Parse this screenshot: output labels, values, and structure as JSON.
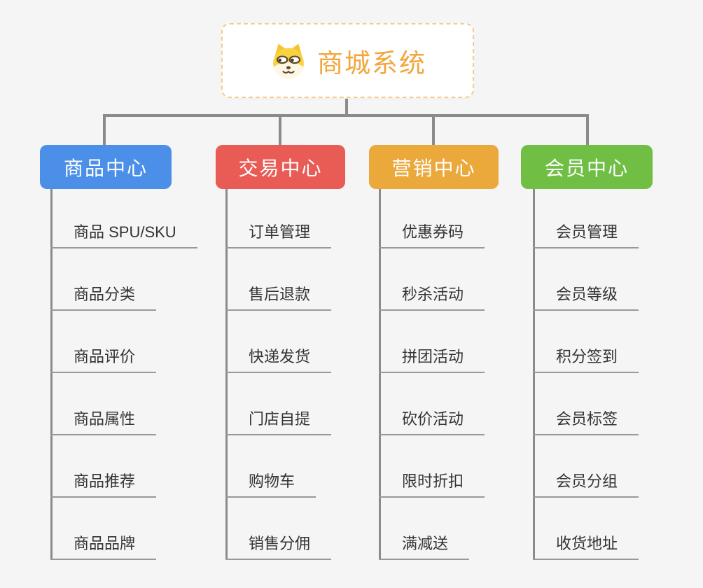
{
  "background": "#F5F5F6",
  "connectors": {
    "tree_color": "#8B8B8B",
    "item_line_color": "#999999"
  },
  "root": {
    "title": "商城系统",
    "icon": "shiba-dog-icon",
    "title_color": "#F2A63E",
    "border_color": "#F5CE8F"
  },
  "branches": [
    {
      "label": "商品中心",
      "color": "#4C8FE8",
      "items": [
        "商品 SPU/SKU",
        "商品分类",
        "商品评价",
        "商品属性",
        "商品推荐",
        "商品品牌"
      ]
    },
    {
      "label": "交易中心",
      "color": "#E95B55",
      "items": [
        "订单管理",
        "售后退款",
        "快递发货",
        "门店自提",
        "购物车",
        "销售分佣"
      ]
    },
    {
      "label": "营销中心",
      "color": "#EBA93C",
      "items": [
        "优惠券码",
        "秒杀活动",
        "拼团活动",
        "砍价活动",
        "限时折扣",
        "满减送"
      ]
    },
    {
      "label": "会员中心",
      "color": "#70BF44",
      "items": [
        "会员管理",
        "会员等级",
        "积分签到",
        "会员标签",
        "会员分组",
        "收货地址"
      ]
    }
  ]
}
